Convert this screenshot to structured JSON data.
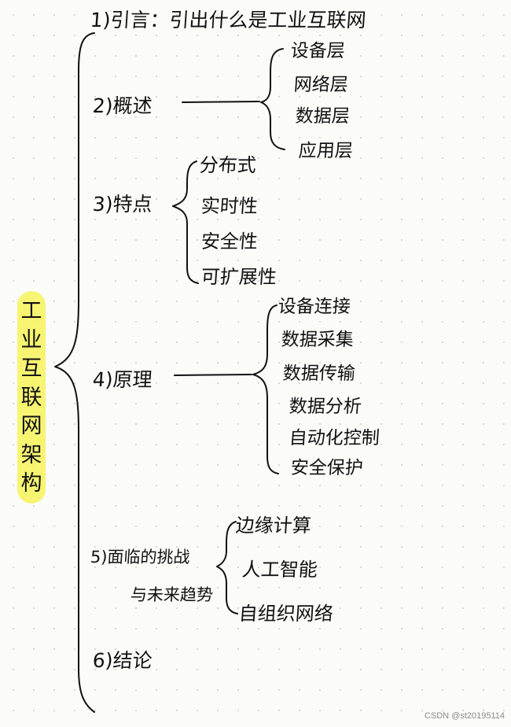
{
  "root": "工业互联网架构",
  "sections": [
    {
      "number": "1",
      "label": "引言：引出什么是工业互联网",
      "children": []
    },
    {
      "number": "2",
      "label": "概述",
      "children": [
        "设备层",
        "网络层",
        "数据层",
        "应用层"
      ]
    },
    {
      "number": "3",
      "label": "特点",
      "children": [
        "分布式",
        "实时性",
        "安全性",
        "可扩展性"
      ]
    },
    {
      "number": "4",
      "label": "原理",
      "children": [
        "设备连接",
        "数据采集",
        "数据传输",
        "数据分析",
        "自动化控制",
        "安全保护"
      ]
    },
    {
      "number": "5",
      "label": "面临的挑战",
      "label_line2": "与未来趋势",
      "children": [
        "边缘计算",
        "人工智能",
        "自组织网络"
      ]
    },
    {
      "number": "6",
      "label": "结论",
      "children": []
    }
  ],
  "watermark": "CSDN @st20195114"
}
